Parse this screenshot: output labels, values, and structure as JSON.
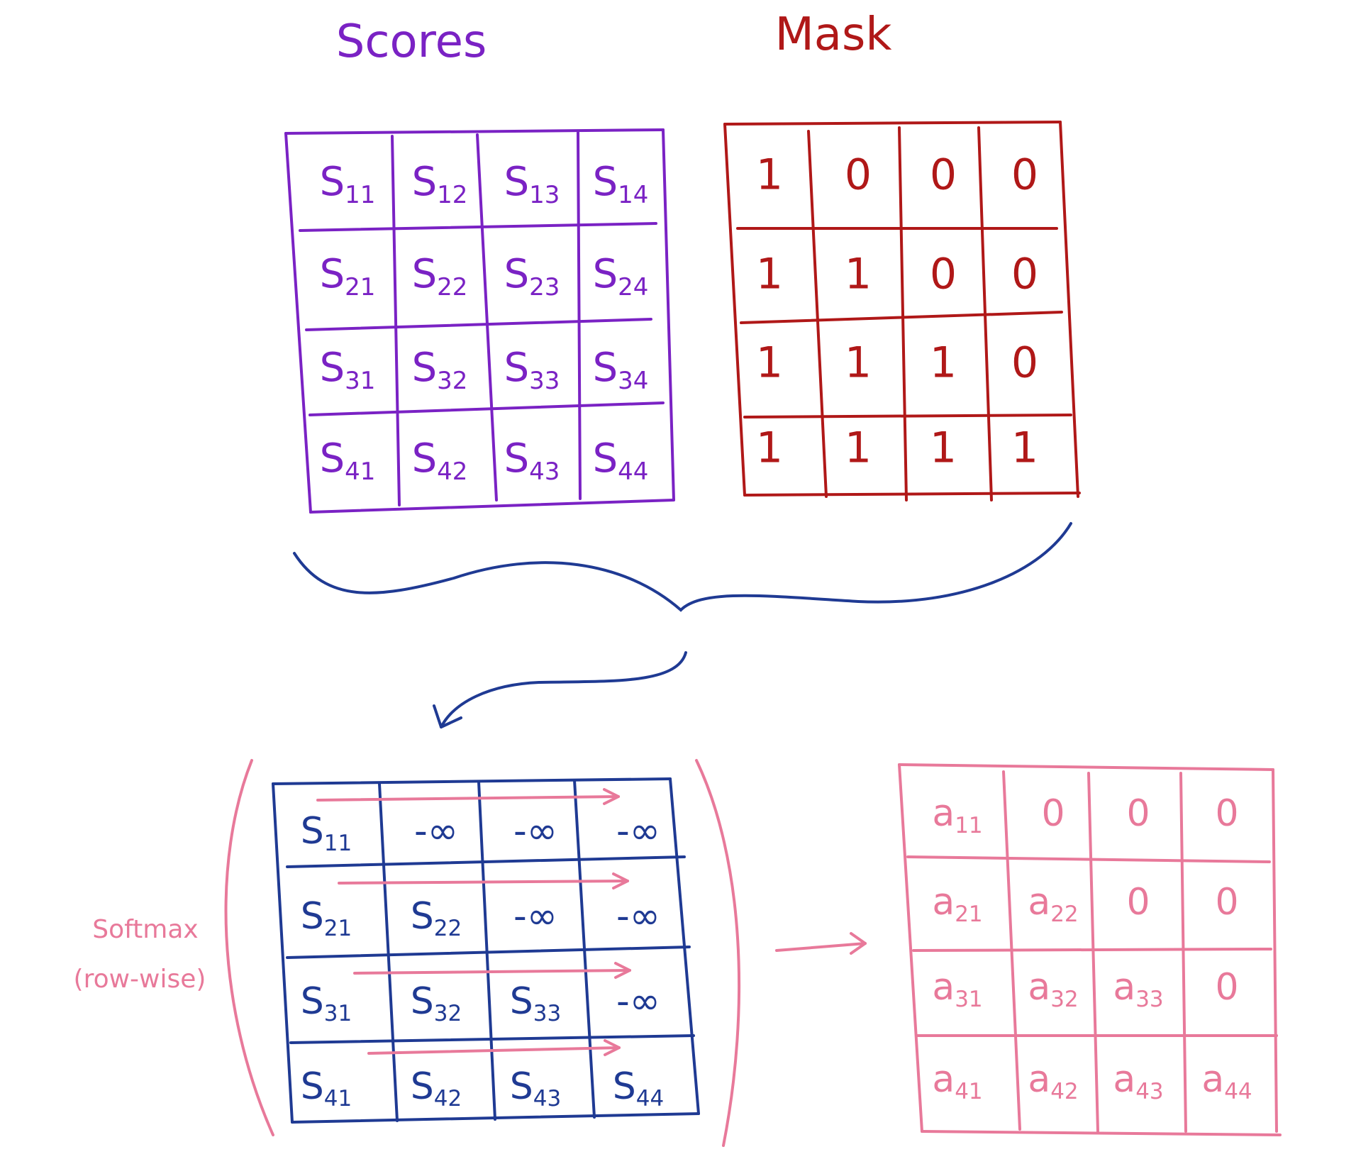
{
  "titles": {
    "scores": "Scores",
    "mask": "Mask"
  },
  "side_label": {
    "line1": "Softmax",
    "line2": "(row-wise)"
  },
  "colors": {
    "scores": "#7a22c4",
    "mask": "#b01818",
    "masked": "#1f3a93",
    "pink": "#e8799a",
    "arrow": "#1f3a93"
  },
  "scores_matrix": [
    [
      "S11",
      "S12",
      "S13",
      "S14"
    ],
    [
      "S21",
      "S22",
      "S23",
      "S24"
    ],
    [
      "S31",
      "S32",
      "S33",
      "S34"
    ],
    [
      "S41",
      "S42",
      "S43",
      "S44"
    ]
  ],
  "mask_matrix": [
    [
      "1",
      "0",
      "0",
      "0"
    ],
    [
      "1",
      "1",
      "0",
      "0"
    ],
    [
      "1",
      "1",
      "1",
      "0"
    ],
    [
      "1",
      "1",
      "1",
      "1"
    ]
  ],
  "masked_matrix": [
    [
      "S11",
      "-∞",
      "-∞",
      "-∞"
    ],
    [
      "S21",
      "S22",
      "-∞",
      "-∞"
    ],
    [
      "S31",
      "S32",
      "S33",
      "-∞"
    ],
    [
      "S41",
      "S42",
      "S43",
      "S44"
    ]
  ],
  "attention_matrix": [
    [
      "a11",
      "0",
      "0",
      "0"
    ],
    [
      "a21",
      "a22",
      "0",
      "0"
    ],
    [
      "a31",
      "a32",
      "a33",
      "0"
    ],
    [
      "a41",
      "a42",
      "a43",
      "a44"
    ]
  ]
}
